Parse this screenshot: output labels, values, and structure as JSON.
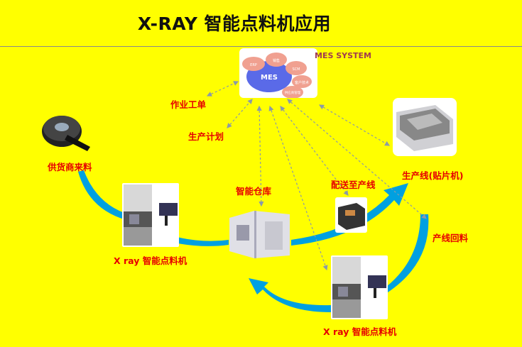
{
  "title": "X-RAY 智能点料机应用",
  "mes": {
    "system_label": "MES SYSTEM",
    "center": "MES",
    "modules": [
      "ERP",
      "销售",
      "SCM",
      "客户技术",
      "供应商管理"
    ]
  },
  "labels": {
    "work_order": "作业工单",
    "production_plan": "生产计划",
    "supplier_material": "供货商来料",
    "smart_warehouse": "智能仓库",
    "deliver_to_line": "配送至产线",
    "production_line": "生产线(贴片机)",
    "line_return": "产线回料",
    "xray_counter_1": "X ray 智能点料机",
    "xray_counter_2": "X ray 智能点料机"
  },
  "colors": {
    "background": "#ffff00",
    "label": "#e60000",
    "flow_arrow": "#00a0e0",
    "link_arrow": "#8a9aa8"
  }
}
